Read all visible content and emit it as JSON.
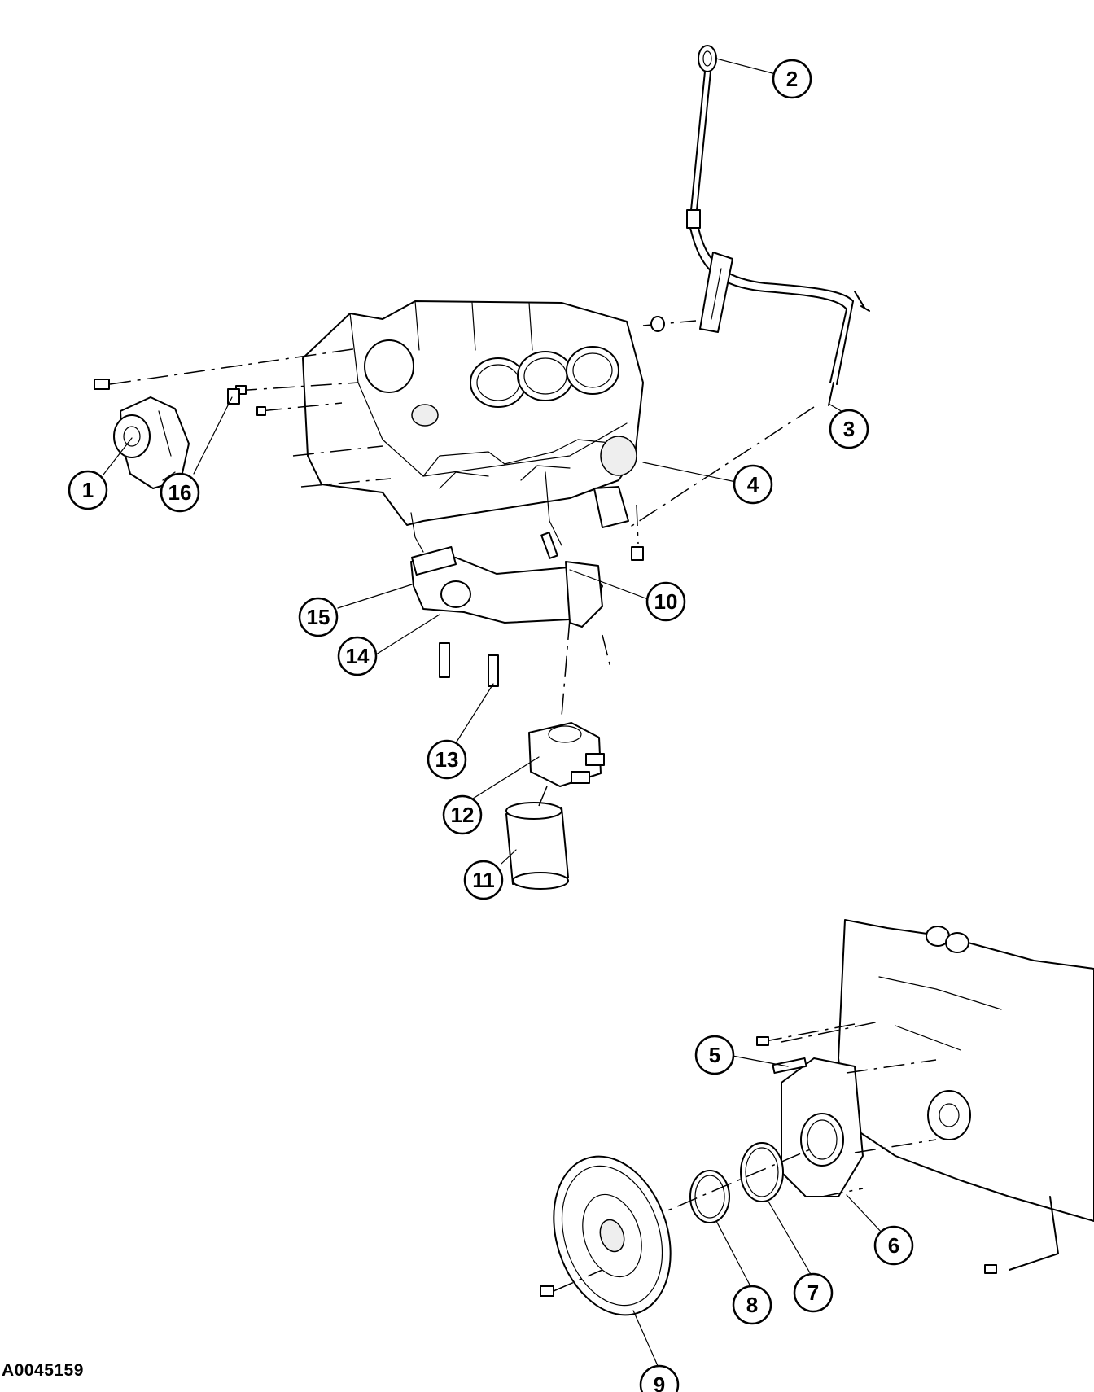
{
  "figure_id": "A0045159",
  "callouts": [
    {
      "label": "1"
    },
    {
      "label": "2"
    },
    {
      "label": "3"
    },
    {
      "label": "4"
    },
    {
      "label": "5"
    },
    {
      "label": "6"
    },
    {
      "label": "7"
    },
    {
      "label": "8"
    },
    {
      "label": "9"
    },
    {
      "label": "10"
    },
    {
      "label": "11"
    },
    {
      "label": "12"
    },
    {
      "label": "13"
    },
    {
      "label": "14"
    },
    {
      "label": "15"
    },
    {
      "label": "16"
    }
  ]
}
